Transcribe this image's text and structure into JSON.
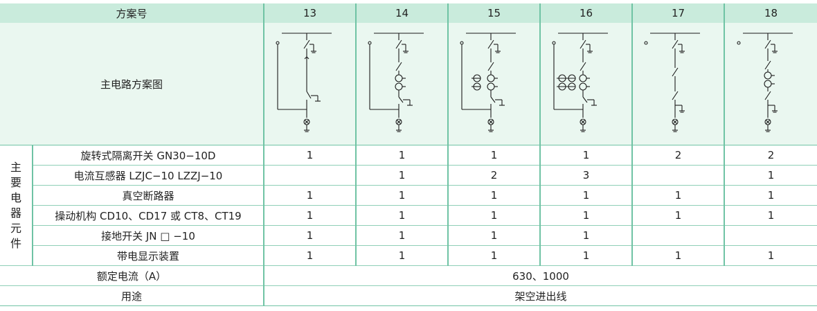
{
  "header": {
    "label": "方案号",
    "schemes": [
      "13",
      "14",
      "15",
      "16",
      "17",
      "18"
    ]
  },
  "diagram_row": {
    "label": "主电路方案图",
    "diagram_icons": [
      "scheme-13-circuit-icon",
      "scheme-14-circuit-icon",
      "scheme-15-circuit-icon",
      "scheme-16-circuit-icon",
      "scheme-17-circuit-icon",
      "scheme-18-circuit-icon"
    ]
  },
  "group_label": [
    "主",
    "要",
    "电",
    "器",
    "元",
    "件"
  ],
  "components": [
    {
      "name": "旋转式隔离开关 GN30−10D",
      "values": [
        "1",
        "1",
        "1",
        "1",
        "2",
        "2"
      ]
    },
    {
      "name": "电流互感器 LZJC−10 LZZJ−10",
      "values": [
        "",
        "1",
        "2",
        "3",
        "",
        "1"
      ]
    },
    {
      "name": "真空断路器",
      "values": [
        "1",
        "1",
        "1",
        "1",
        "1",
        "1"
      ]
    },
    {
      "name": "操动机构 CD10、CD17 或 CT8、CT19",
      "values": [
        "1",
        "1",
        "1",
        "1",
        "1",
        "1"
      ]
    },
    {
      "name": "接地开关 JN □ −10",
      "values": [
        "1",
        "1",
        "1",
        "1",
        "",
        ""
      ]
    },
    {
      "name": "带电显示装置",
      "values": [
        "1",
        "1",
        "1",
        "1",
        "1",
        "1"
      ]
    }
  ],
  "rated_current": {
    "label": "额定电流（A）",
    "value": "630、1000"
  },
  "usage": {
    "label": "用途",
    "value": "架空进出线"
  },
  "colors": {
    "header_bg": "#c9ebdc",
    "diagram_bg": "#eaf7f0",
    "rule": "#6fc3a4"
  }
}
